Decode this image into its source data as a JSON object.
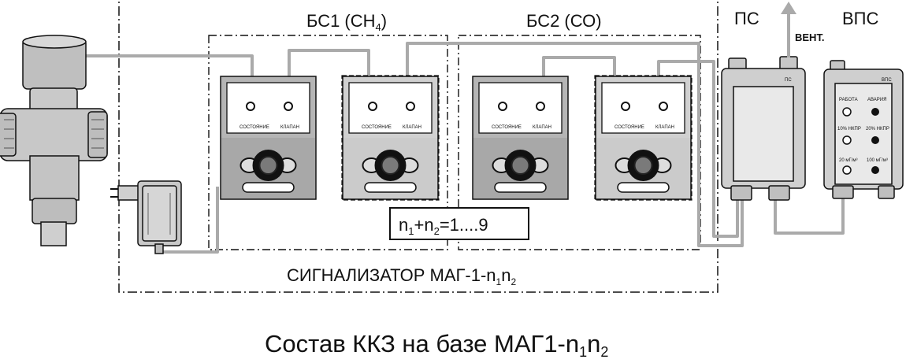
{
  "labels": {
    "bs1": "БС1 (СН",
    "bs1_sub": "4",
    "bs1_close": ")",
    "bs2": "БС2 (СО)",
    "ps_top": "ПС",
    "vps_top": "ВПС",
    "vent": "ВЕНТ.",
    "ps_unit": "ПС",
    "vps_unit": "ВПС",
    "formula_n1": "n",
    "formula_sub1": "1",
    "formula_plus": "+n",
    "formula_sub2": "2",
    "formula_rest": "=1....9",
    "signal_main": "СИГНАЛИЗАТОР МАГ-1-n",
    "signal_sub1": "1",
    "signal_n": "n",
    "signal_sub2": "2",
    "caption_main": "Состав ККЗ на базе МАГ1-n",
    "caption_sub1": "1",
    "caption_n": "n",
    "caption_sub2": "2"
  },
  "sensor_labels": {
    "state": "СОСТОЯНИЕ",
    "valve": "КЛАПАН"
  },
  "vps_panel": {
    "work": "РАБОТА",
    "alarm": "АВАРИЯ",
    "nkpr10": "10% НКПР",
    "nkpr20": "20% НКПР",
    "mg20": "20 мГ/м³",
    "mg100": "100 мГ/м³"
  },
  "colors": {
    "wire": "#aaaaaa",
    "device_fill": "#d4d4d4",
    "device_dark": "#a8a8a8",
    "stroke": "#111111"
  }
}
